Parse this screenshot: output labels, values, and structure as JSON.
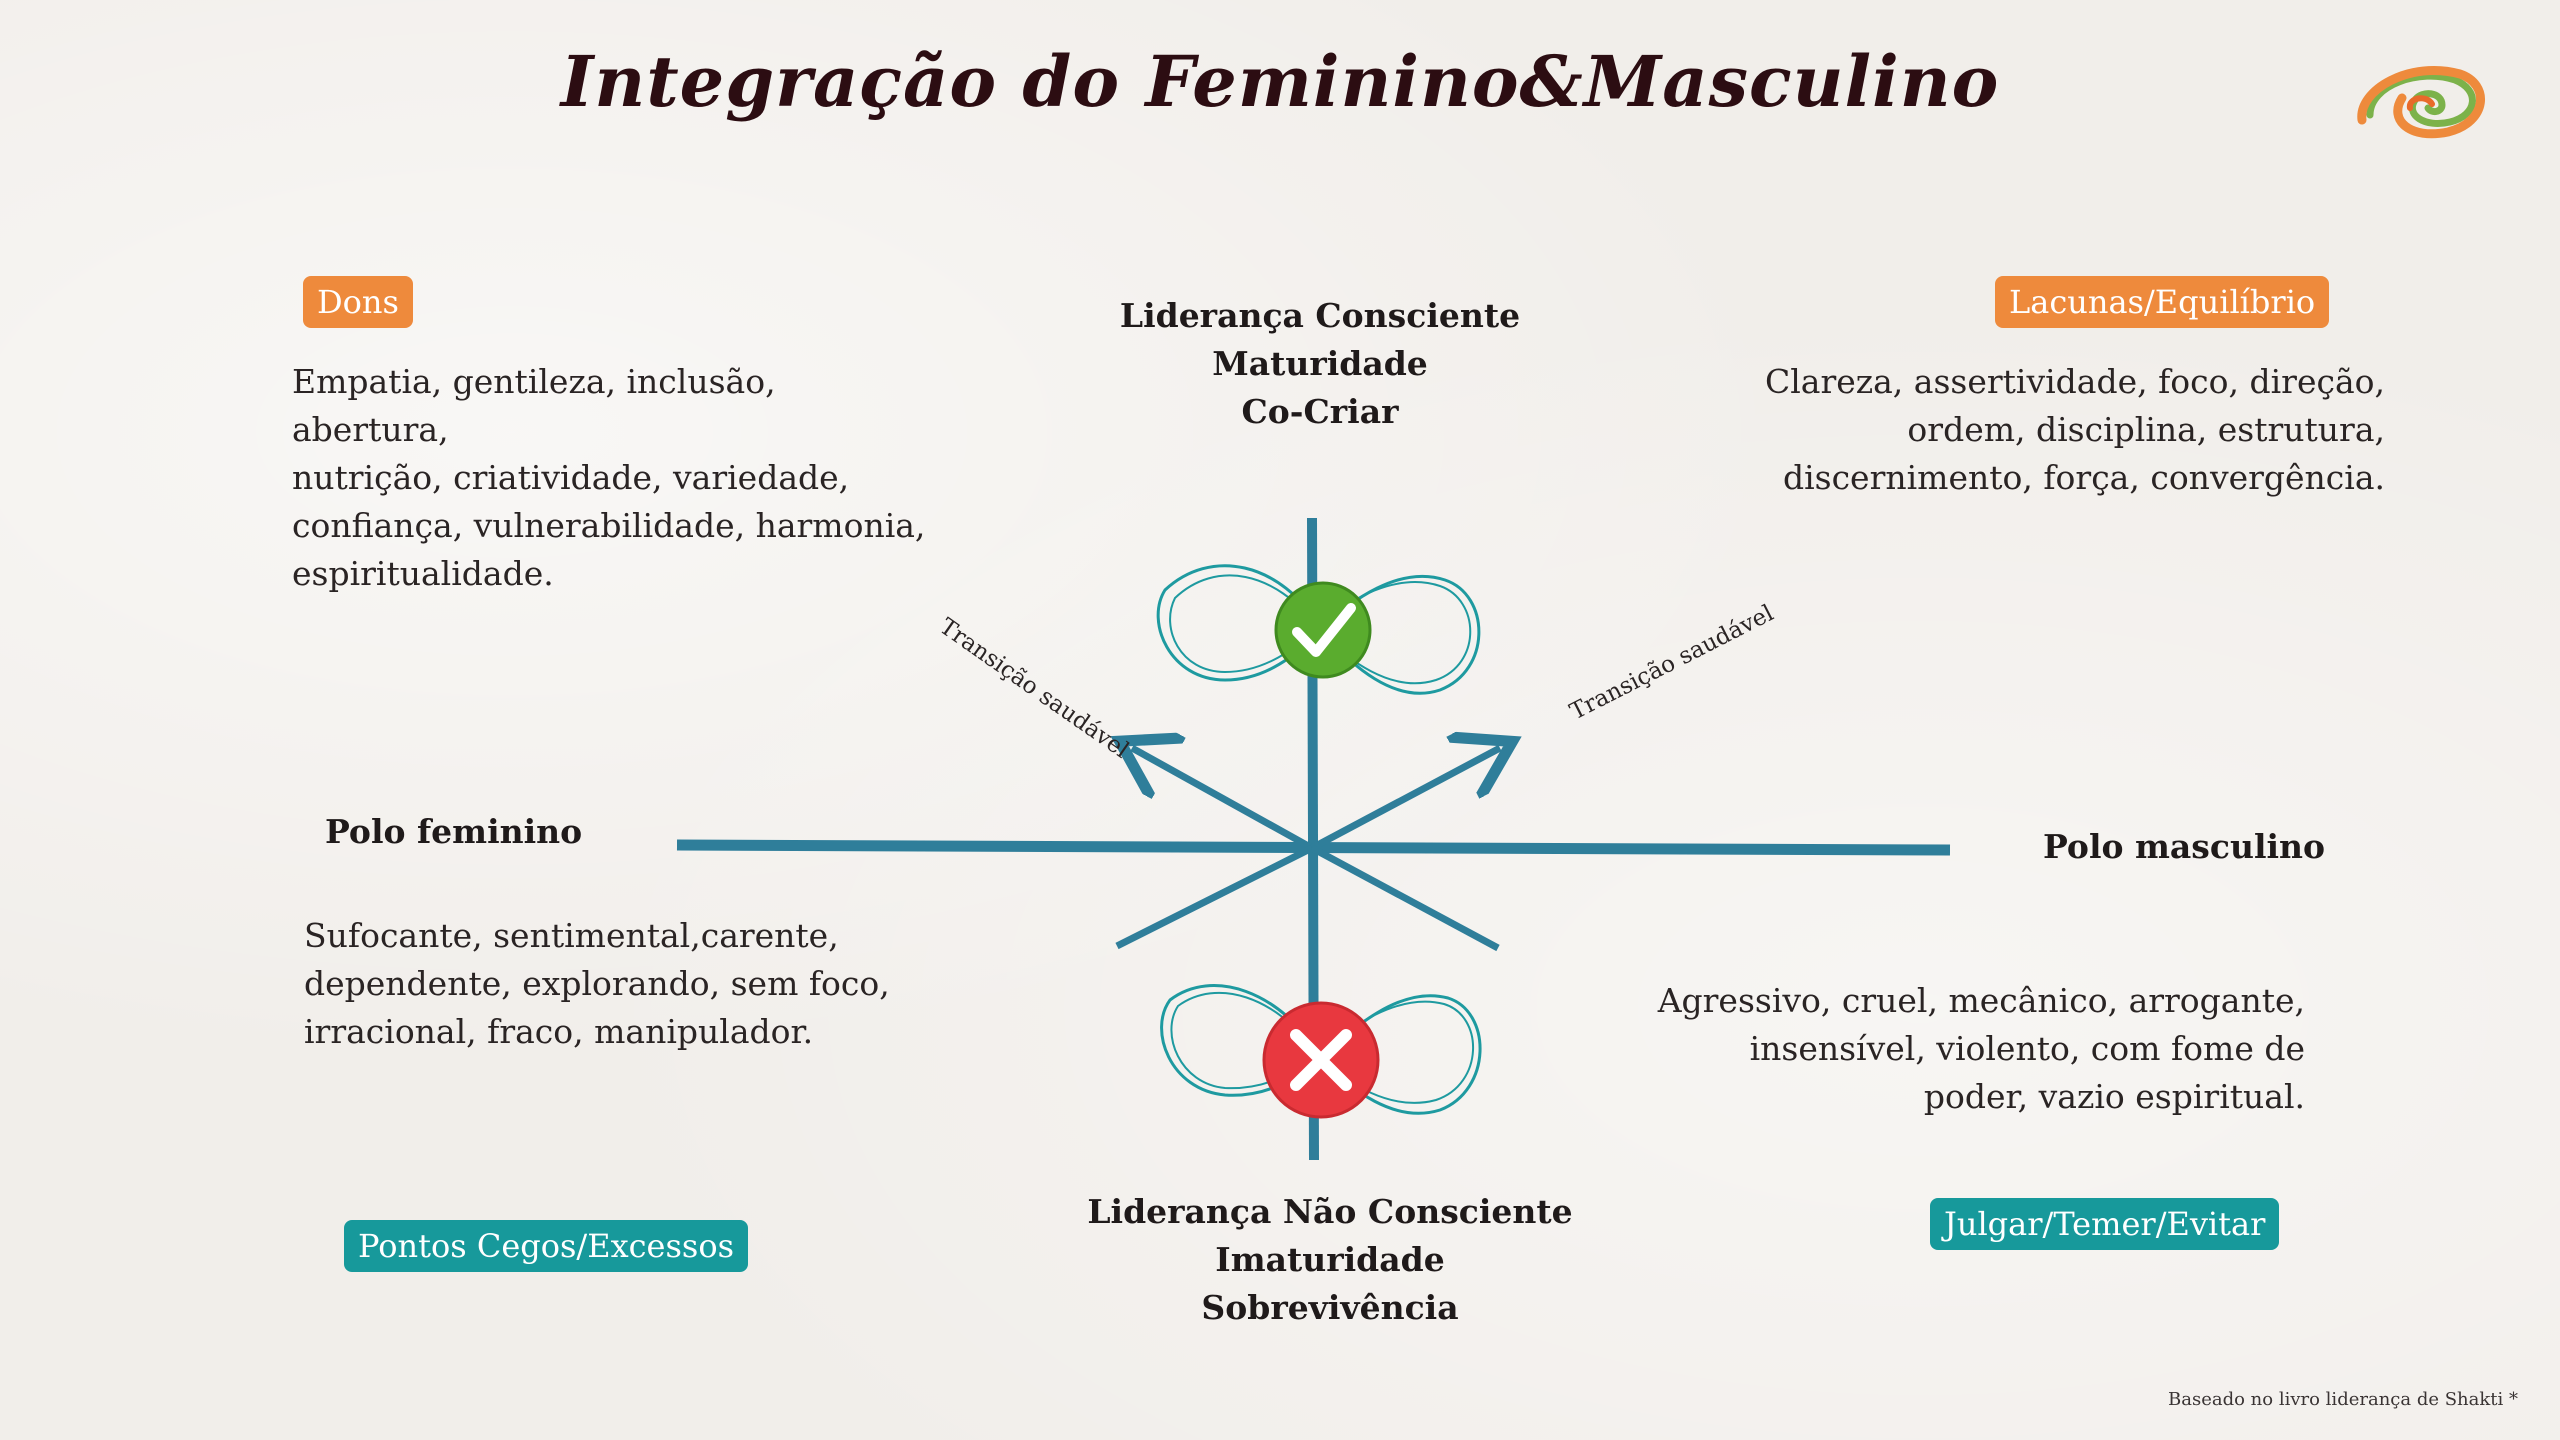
{
  "title": "Integração do Feminino&Masculino",
  "top_center": {
    "line1": "Liderança Consciente",
    "line2": "Maturidade",
    "line3": "Co-Criar"
  },
  "bottom_center": {
    "line1": "Liderança Não Consciente",
    "line2": "Imaturidade",
    "line3": "Sobrevivência"
  },
  "top_left": {
    "badge": "Dons",
    "lines": [
      "Empatia, gentileza, inclusão, abertura,",
      "nutrição, criatividade, variedade,",
      "confiança, vulnerabilidade, harmonia,",
      "espiritualidade."
    ]
  },
  "top_right": {
    "badge": "Lacunas/Equilíbrio",
    "lines": [
      "Clareza, assertividade, foco, direção,",
      "ordem, disciplina, estrutura,",
      "discernimento, força, convergência."
    ]
  },
  "left_pole": {
    "label": "Polo feminino",
    "lines": [
      "Sufocante, sentimental,carente,",
      "dependente, explorando, sem foco,",
      "irracional, fraco, manipulador."
    ]
  },
  "right_pole": {
    "label": "Polo masculino",
    "lines": [
      "Agressivo, cruel, mecânico, arrogante,",
      "insensível, violento, com fome de",
      "poder, vazio espiritual."
    ]
  },
  "bottom_left_badge": "Pontos Cegos/Excessos",
  "bottom_right_badge": "Julgar/Temer/Evitar",
  "transition_left": "Transição saudável",
  "transition_right": "Transição saudável",
  "footer": "Baseado no livro liderança de Shakti *",
  "icons": {
    "top": "check-icon",
    "bottom": "x-icon",
    "loops": "infinity-icon",
    "logo": "spiral-logo-icon"
  },
  "colors": {
    "axis": "#2f7e9a",
    "badge_orange": "#ee8a3c",
    "badge_teal": "#17999b",
    "check_green": "#5aac2e",
    "x_red": "#e8383f",
    "title": "#2c0d12"
  }
}
